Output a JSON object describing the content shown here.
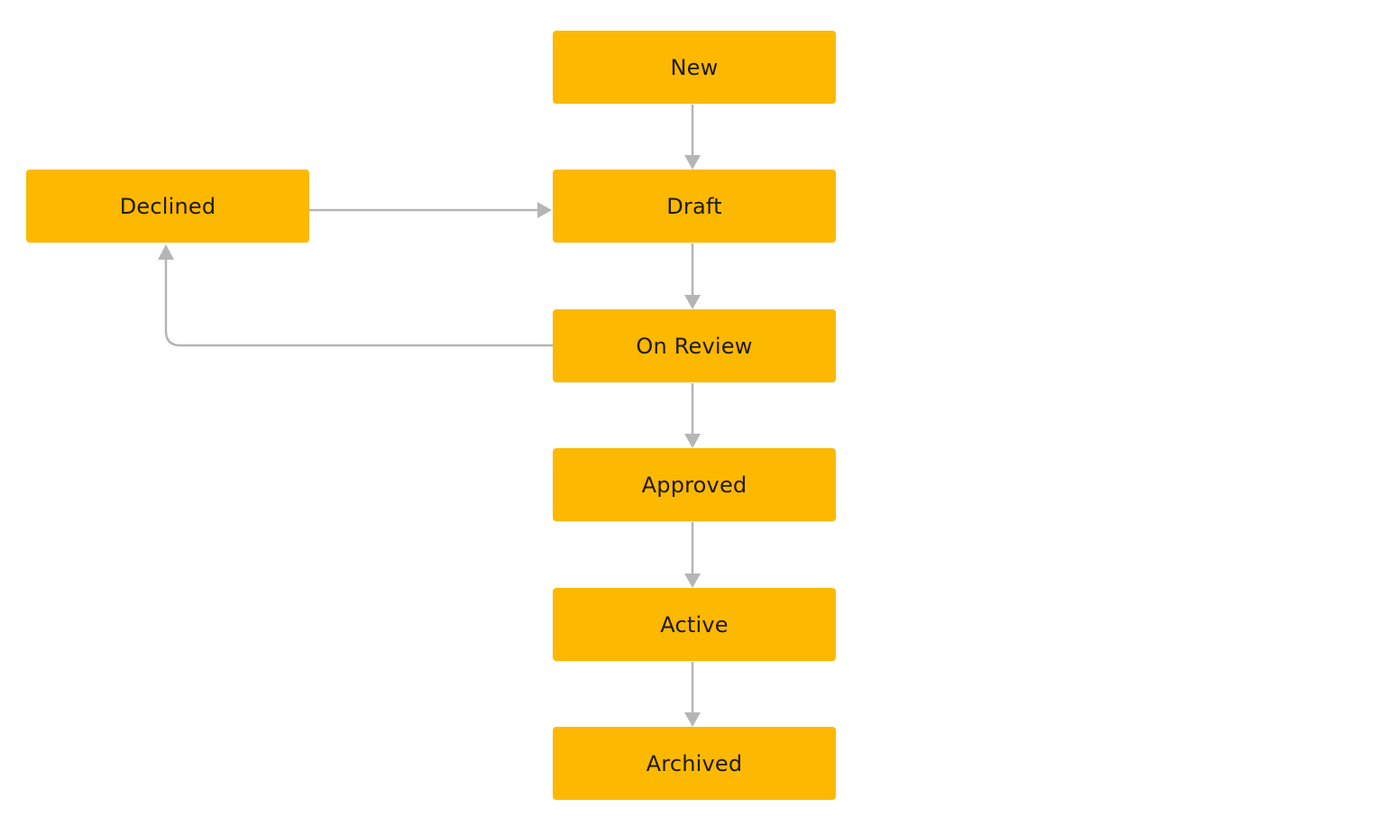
{
  "diagram": {
    "colors": {
      "node_fill": "#FDB801",
      "node_text": "#1F1A10",
      "connector": "#B5B5B5",
      "background": "#FFFFFF"
    },
    "nodes": [
      {
        "id": "new",
        "label": "New"
      },
      {
        "id": "draft",
        "label": "Draft"
      },
      {
        "id": "on_review",
        "label": "On Review"
      },
      {
        "id": "approved",
        "label": "Approved"
      },
      {
        "id": "active",
        "label": "Active"
      },
      {
        "id": "archived",
        "label": "Archived"
      },
      {
        "id": "declined",
        "label": "Declined"
      }
    ],
    "edges": [
      {
        "from": "new",
        "to": "draft"
      },
      {
        "from": "draft",
        "to": "on_review"
      },
      {
        "from": "on_review",
        "to": "approved"
      },
      {
        "from": "approved",
        "to": "active"
      },
      {
        "from": "active",
        "to": "archived"
      },
      {
        "from": "on_review",
        "to": "declined"
      },
      {
        "from": "declined",
        "to": "draft"
      }
    ]
  }
}
